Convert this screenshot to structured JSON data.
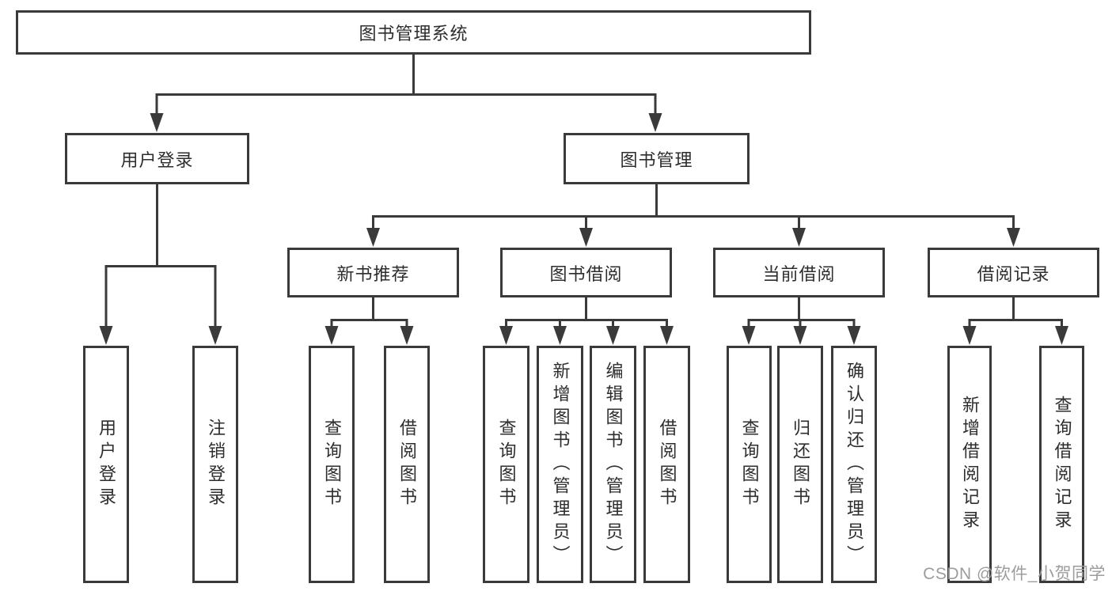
{
  "diagram": {
    "title": "图书管理系统",
    "root": {
      "label": "图书管理系统"
    },
    "branches": [
      {
        "label": "用户登录",
        "children": [
          {
            "label": "用户登录"
          },
          {
            "label": "注销登录"
          }
        ]
      },
      {
        "label": "图书管理",
        "children": [
          {
            "label": "新书推荐",
            "children": [
              {
                "label": "查询图书"
              },
              {
                "label": "借阅图书"
              }
            ]
          },
          {
            "label": "图书借阅",
            "children": [
              {
                "label": "查询图书"
              },
              {
                "label": "新增图书（管理员）"
              },
              {
                "label": "编辑图书（管理员）"
              },
              {
                "label": "借阅图书"
              }
            ]
          },
          {
            "label": "当前借阅",
            "children": [
              {
                "label": "查询图书"
              },
              {
                "label": "归还图书"
              },
              {
                "label": "确认归还（管理员）"
              }
            ]
          },
          {
            "label": "借阅记录",
            "children": [
              {
                "label": "新增借阅记录"
              },
              {
                "label": "查询借阅记录"
              }
            ]
          }
        ]
      }
    ]
  },
  "watermark": {
    "text": "CSDN @软件_小贺同学",
    "color": "#9c9c9c"
  },
  "colors": {
    "line": "#3a3a3a",
    "box_border": "#3a3a3a",
    "text": "#2d2d2d",
    "background": "#ffffff"
  }
}
